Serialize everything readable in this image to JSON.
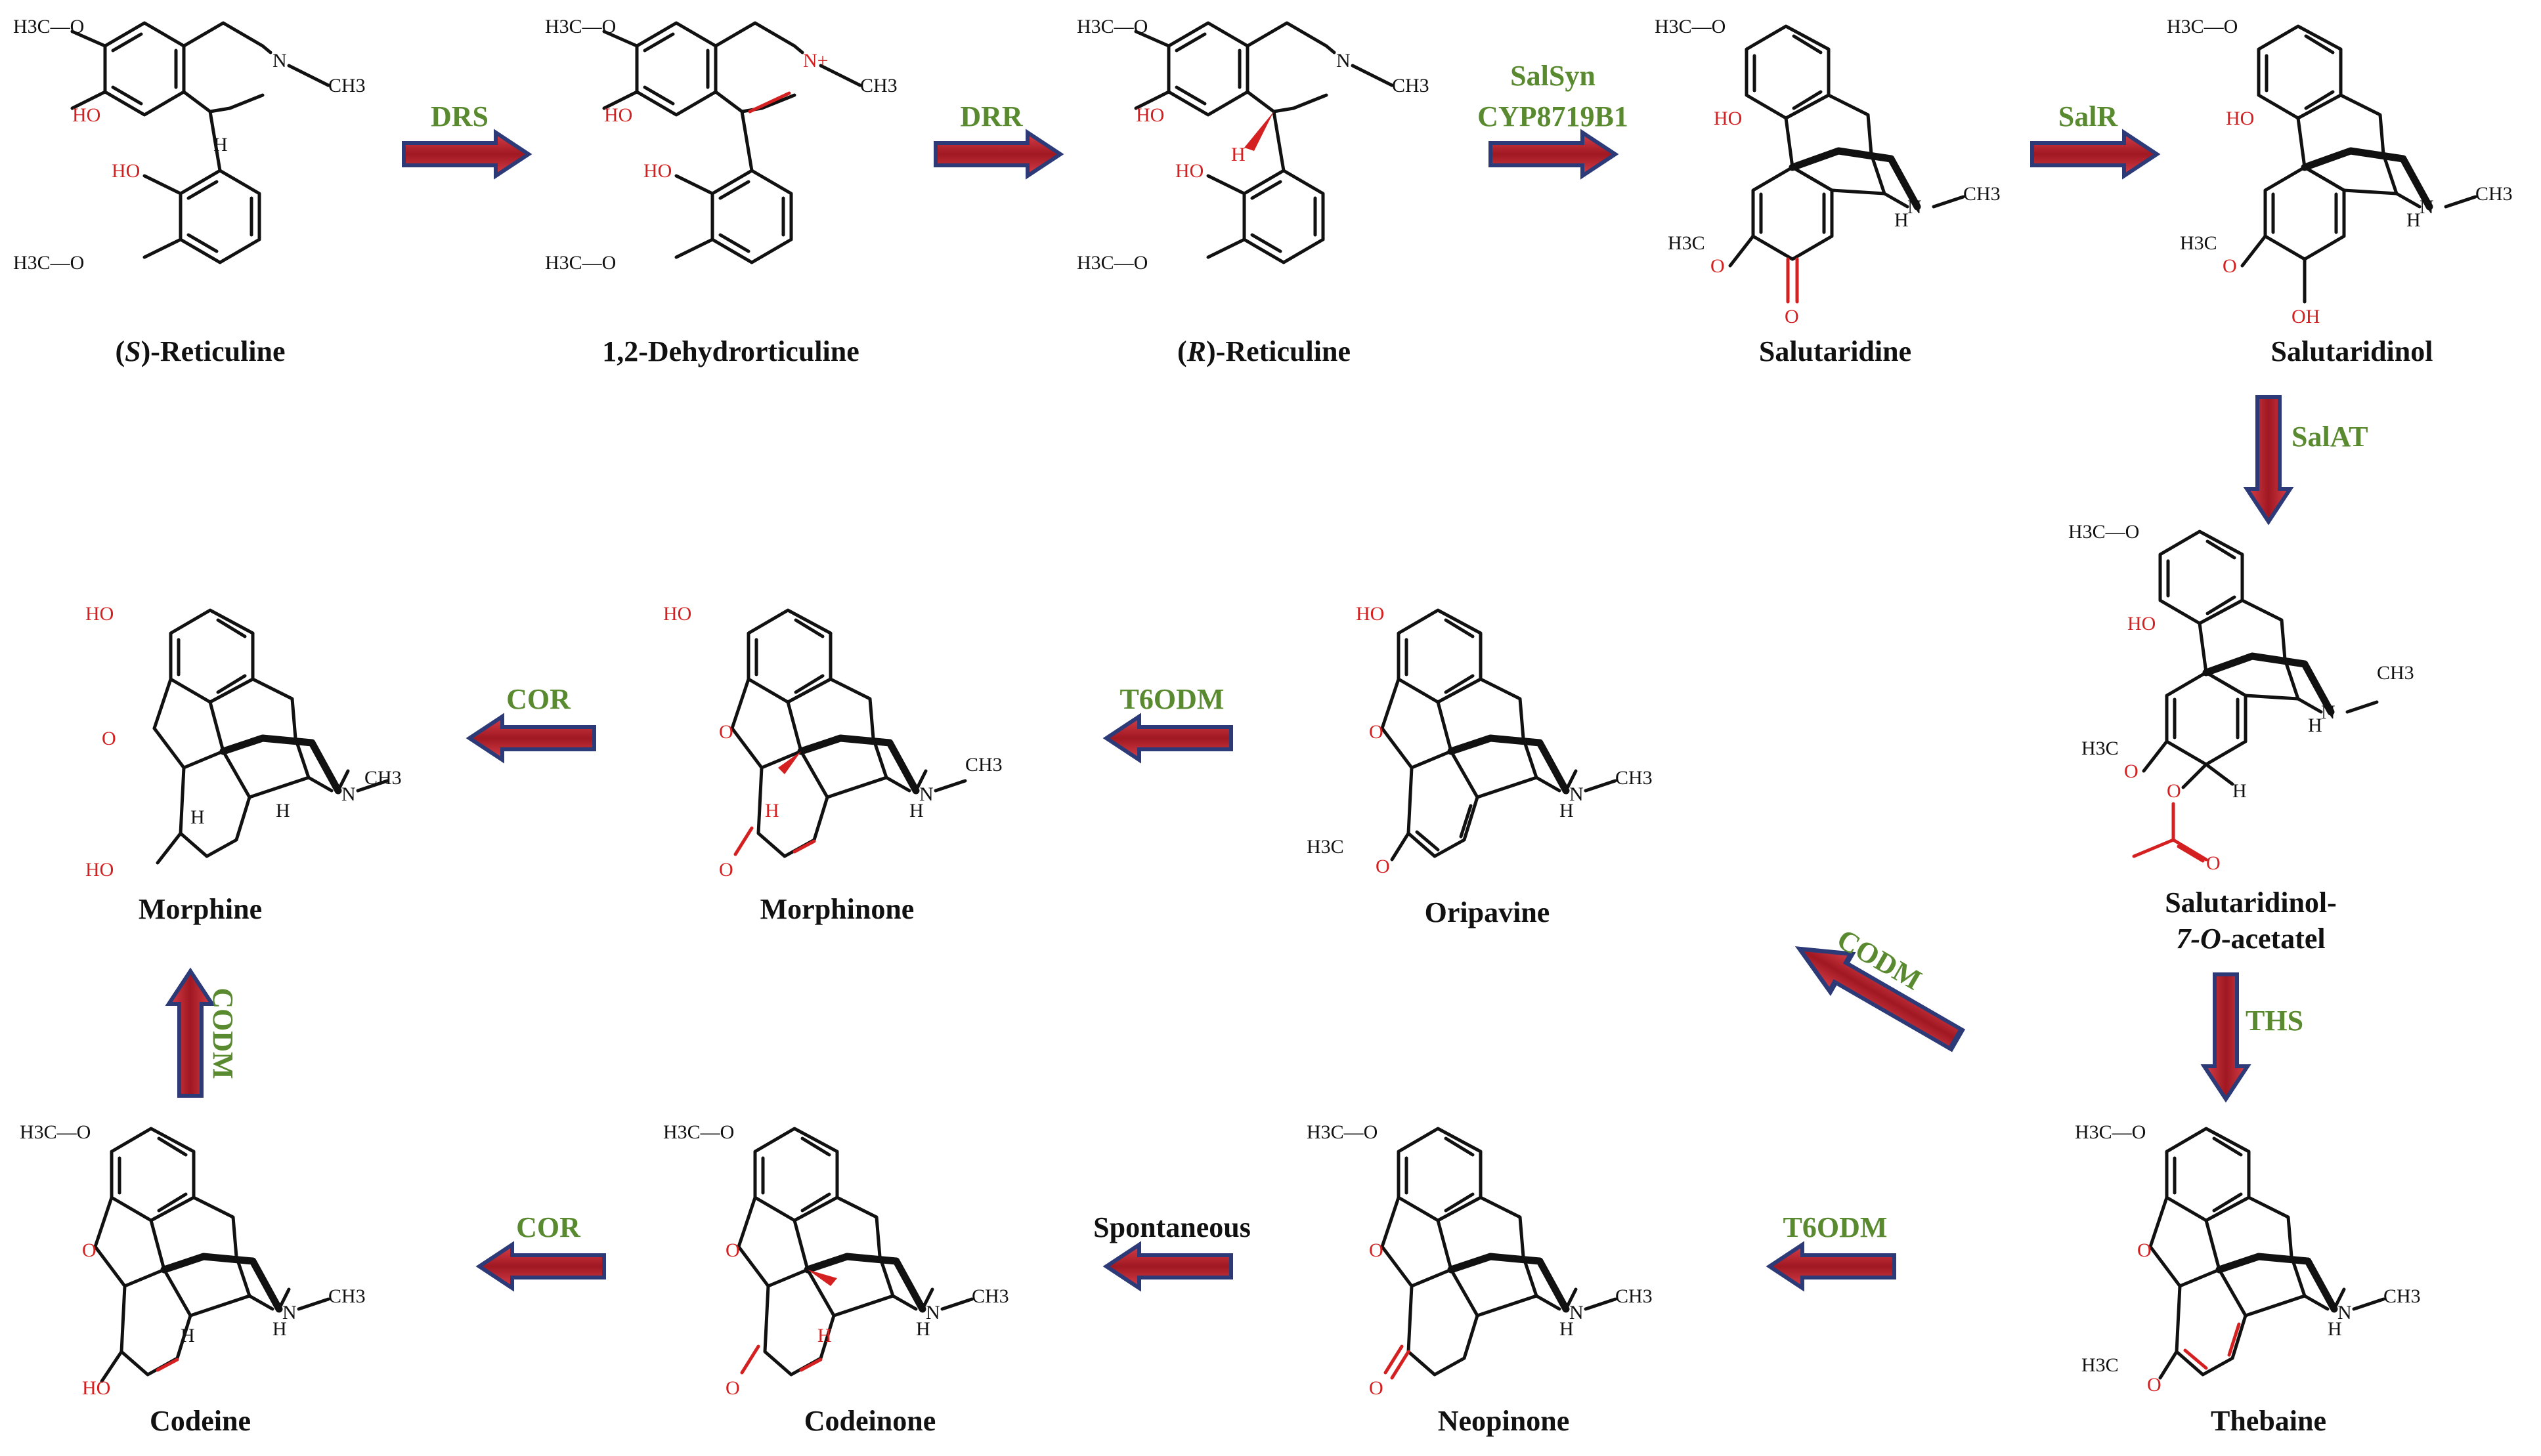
{
  "compounds": {
    "s_reticuline": {
      "prefix": "(",
      "stereo": "S",
      "suffix": ")-Reticuline"
    },
    "dehydroreticuline": {
      "name": "1,2-Dehydrorticuline"
    },
    "r_reticuline": {
      "prefix": "(",
      "stereo": "R",
      "suffix": ")-Reticuline"
    },
    "salutaridine": {
      "name": "Salutaridine"
    },
    "salutaridinol": {
      "name": "Salutaridinol"
    },
    "salutaridinol_acetate": {
      "line1": "Salutaridinol-",
      "line2_pos": "7-",
      "line2_o": "O",
      "line2_rest": "-acetatel"
    },
    "thebaine": {
      "name": "Thebaine"
    },
    "neopinone": {
      "name": "Neopinone"
    },
    "codeinone": {
      "name": "Codeinone"
    },
    "codeine": {
      "name": "Codeine"
    },
    "morphine": {
      "name": "Morphine"
    },
    "morphinone": {
      "name": "Morphinone"
    },
    "oripavine": {
      "name": "Oripavine"
    }
  },
  "enzymes": {
    "drs": "DRS",
    "drr": "DRR",
    "salsyn": "SalSyn",
    "cyp": "CYP8719B1",
    "salr": "SalR",
    "salat": "SalAT",
    "ths": "THS",
    "t6odm_bottom": "T6ODM",
    "spontaneous": "Spontaneous",
    "cor_bottom": "COR",
    "codm_vertical": "CODM",
    "codm_diagonal": "CODM",
    "t6odm_middle": "T6ODM",
    "cor_middle": "COR"
  },
  "atoms": {
    "h3c_o": "H3C—O",
    "h3c": "H3C",
    "ho": "HO",
    "o": "O",
    "oh": "OH",
    "n": "N",
    "n_plus": "N+",
    "ch3": "CH3",
    "h": "H"
  },
  "colors": {
    "enzyme_label": "#5a8a2f",
    "arrow_fill": "#c0202a",
    "arrow_outline": "#2c3a78",
    "highlight": "#d42020",
    "structure": "#111111"
  }
}
